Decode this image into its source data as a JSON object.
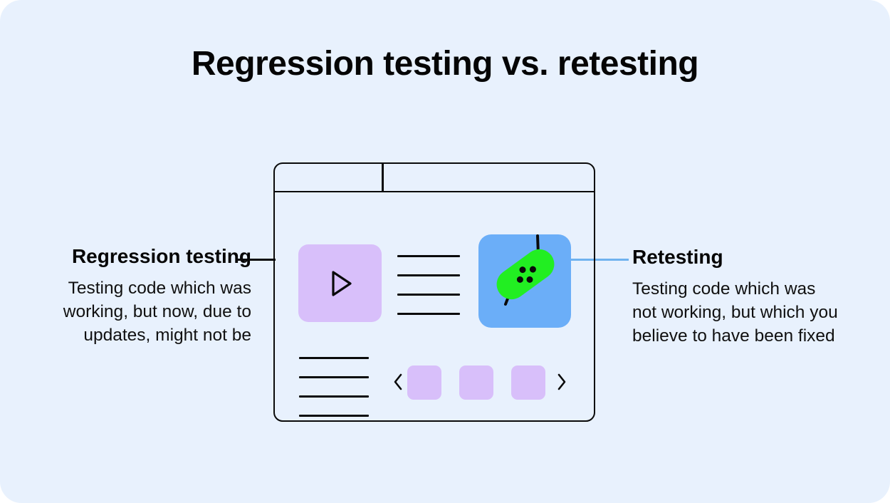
{
  "page": {
    "title": "Regression testing vs. retesting",
    "background_color": "#e8f1fd",
    "accent_lavender": "#d8bffa",
    "accent_blue": "#6baef8",
    "accent_green": "#22ee22",
    "connector_left_color": "#0a0a0a",
    "connector_right_color": "#6fb2ef"
  },
  "left_label": {
    "heading": "Regression testing",
    "body_lines": [
      "Testing code which was",
      "working, but now, due to",
      "updates, might not be"
    ]
  },
  "right_label": {
    "heading": "Retesting",
    "body_lines": [
      "Testing code which was",
      "not working, but which you",
      "believe to have been fixed"
    ]
  },
  "browser_window": {
    "tabs": [
      {
        "name": "tab-one"
      },
      {
        "name": "tab-two"
      }
    ],
    "video_thumbnail": {
      "icon": "play-icon"
    },
    "text_lines_top": {
      "count": 4
    },
    "text_lines_bottom": {
      "count": 4
    },
    "game_card": {
      "icon": "bandage-icon",
      "crack": "crack-line",
      "dots": 4
    },
    "carousel": {
      "prev_icon": "chevron-left-icon",
      "next_icon": "chevron-right-icon",
      "items": [
        {
          "name": "carousel-item-1"
        },
        {
          "name": "carousel-item-2"
        },
        {
          "name": "carousel-item-3"
        }
      ]
    }
  }
}
